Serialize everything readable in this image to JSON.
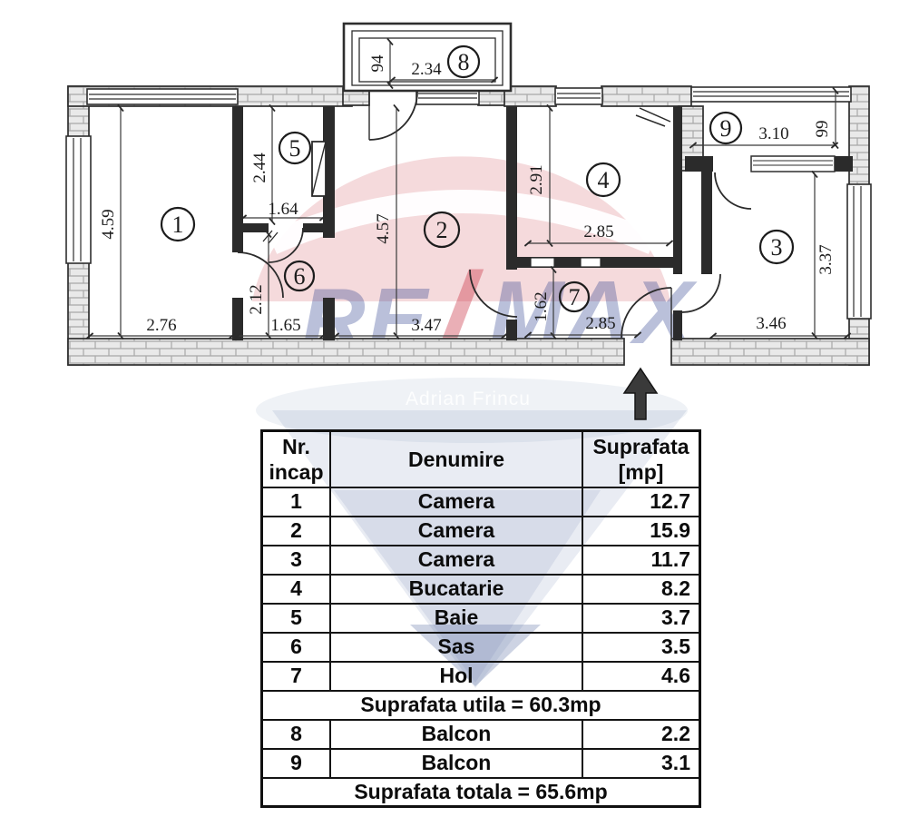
{
  "brand": {
    "wordmark_left": "RE",
    "wordmark_slash": "/",
    "wordmark_right": "MAX",
    "agent": "Adrian Frincu",
    "remax_red_hex": "#dc3545",
    "remax_blue_hex": "#2b3e8c",
    "balloon_bottom_gray_hex": "#dfe3ec"
  },
  "plan": {
    "rooms": [
      {
        "number": "1",
        "name": "Camera",
        "height": "4.59",
        "width": "2.76"
      },
      {
        "number": "2",
        "name": "Camera",
        "height": "4.57",
        "width": "3.47"
      },
      {
        "number": "3",
        "name": "Camera",
        "height": "3.37",
        "width": "3.46"
      },
      {
        "number": "4",
        "name": "Bucatarie",
        "height": "2.91",
        "width": "2.85"
      },
      {
        "number": "5",
        "name": "Baie",
        "height": "2.44",
        "width": "1.64"
      },
      {
        "number": "6",
        "name": "Sas",
        "height": "2.12",
        "width": "1.65"
      },
      {
        "number": "7",
        "name": "Hol",
        "height": "1.62",
        "width": "2.85"
      },
      {
        "number": "8",
        "name": "Balcon",
        "depth": "94",
        "width": "2.34"
      },
      {
        "number": "9",
        "name": "Balcon",
        "depth": "99",
        "width": "3.10"
      }
    ]
  },
  "table": {
    "headers": {
      "col1_line1": "Nr.",
      "col1_line2": "incap",
      "col2": "Denumire",
      "col3_line1": "Suprafata",
      "col3_line2": "[mp]"
    },
    "rows": [
      {
        "nr": "1",
        "name": "Camera",
        "area": "12.7"
      },
      {
        "nr": "2",
        "name": "Camera",
        "area": "15.9"
      },
      {
        "nr": "3",
        "name": "Camera",
        "area": "11.7"
      },
      {
        "nr": "4",
        "name": "Bucatarie",
        "area": "8.2"
      },
      {
        "nr": "5",
        "name": "Baie",
        "area": "3.7"
      },
      {
        "nr": "6",
        "name": "Sas",
        "area": "3.5"
      },
      {
        "nr": "7",
        "name": "Hol",
        "area": "4.6"
      }
    ],
    "subtotal": "Suprafata utila = 60.3mp",
    "rows_balcony": [
      {
        "nr": "8",
        "name": "Balcon",
        "area": "2.2"
      },
      {
        "nr": "9",
        "name": "Balcon",
        "area": "3.1"
      }
    ],
    "total": "Suprafata totala = 65.6mp"
  }
}
